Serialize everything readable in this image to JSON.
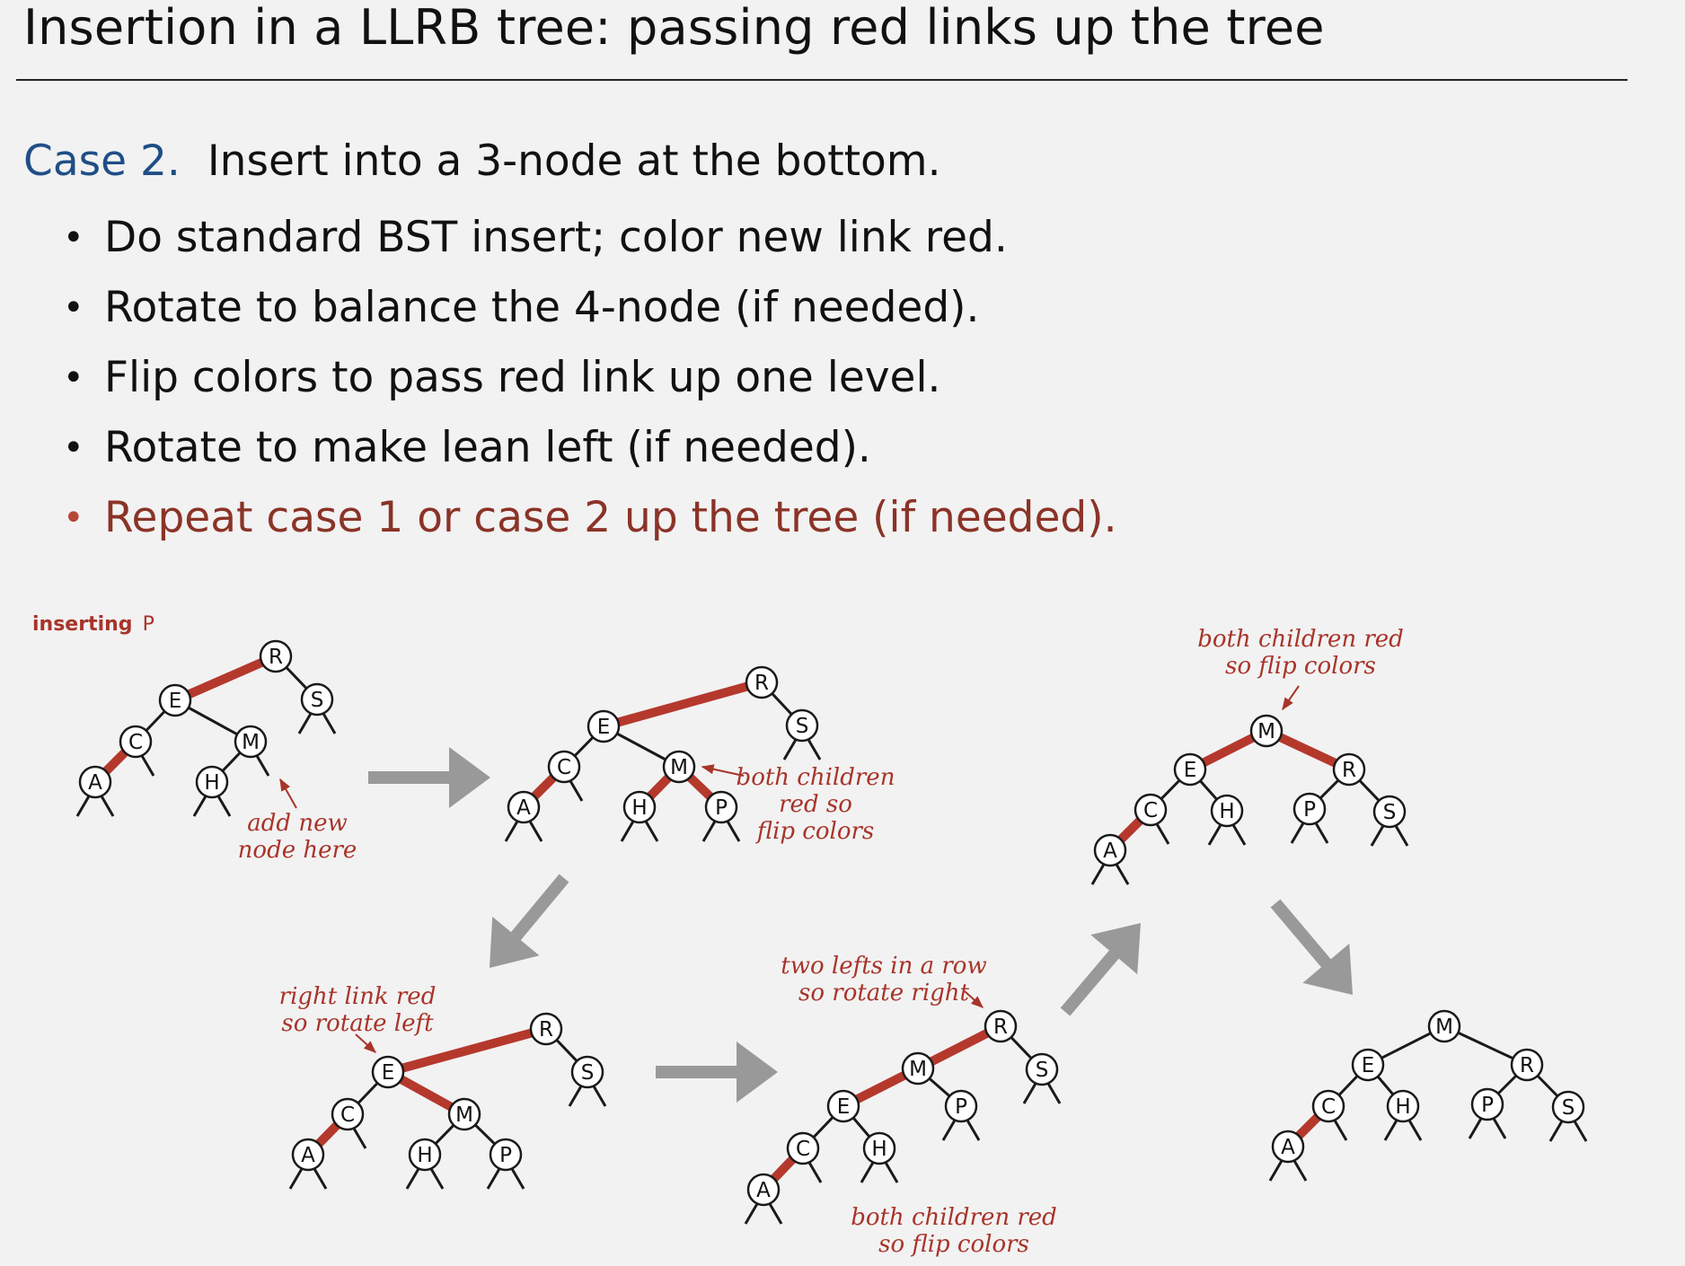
{
  "title": "Insertion in a LLRB tree:  passing red links up the tree",
  "case": {
    "label": "Case 2.",
    "text": "Insert into a 3-node at the bottom."
  },
  "bullets": [
    {
      "text": "Do standard BST insert; color new link red.",
      "highlight": false
    },
    {
      "text": "Rotate to balance the 4-node (if needed).",
      "highlight": false
    },
    {
      "text": "Flip colors to pass red link up one level.",
      "highlight": false
    },
    {
      "text": "Rotate to make lean left (if needed).",
      "highlight": false
    },
    {
      "text": "Repeat case 1 or case 2 up the tree (if needed).",
      "highlight": true
    }
  ],
  "colors": {
    "red_link": "#b5382c",
    "black_link": "#1a1a1a",
    "arrow": "#999999",
    "annotation": "#a8342a",
    "case_label": "#1f4e86"
  },
  "diagram": {
    "inserting_label": "inserting",
    "inserting_key": "P",
    "annotations": {
      "add_new_node": [
        "add new",
        "node here"
      ],
      "both_children_red_1": [
        "both children",
        "red so",
        "flip colors"
      ],
      "right_link_red": [
        "right link red",
        "so rotate left"
      ],
      "two_lefts": [
        "two lefts in a row",
        "so rotate right"
      ],
      "both_children_red_2": [
        "both children red",
        "so flip colors"
      ],
      "both_children_red_3": [
        "both children red",
        "so flip colors"
      ]
    },
    "trees": [
      {
        "id": "step1",
        "nodes": [
          "R",
          "E",
          "S",
          "C",
          "M",
          "A",
          "H"
        ],
        "red_links": [
          [
            "R",
            "E"
          ],
          [
            "C",
            "A"
          ]
        ]
      },
      {
        "id": "step2",
        "nodes": [
          "R",
          "E",
          "S",
          "C",
          "M",
          "A",
          "H",
          "P"
        ],
        "red_links": [
          [
            "R",
            "E"
          ],
          [
            "C",
            "A"
          ],
          [
            "M",
            "H"
          ],
          [
            "M",
            "P"
          ]
        ]
      },
      {
        "id": "step3",
        "nodes": [
          "R",
          "E",
          "S",
          "C",
          "M",
          "A",
          "H",
          "P"
        ],
        "red_links": [
          [
            "R",
            "E"
          ],
          [
            "C",
            "A"
          ],
          [
            "E",
            "M"
          ]
        ]
      },
      {
        "id": "step4",
        "nodes": [
          "R",
          "M",
          "S",
          "E",
          "P",
          "C",
          "H",
          "A"
        ],
        "red_links": [
          [
            "R",
            "M"
          ],
          [
            "M",
            "E"
          ],
          [
            "C",
            "A"
          ]
        ]
      },
      {
        "id": "step5",
        "nodes": [
          "M",
          "E",
          "R",
          "C",
          "H",
          "P",
          "S",
          "A"
        ],
        "red_links": [
          [
            "M",
            "E"
          ],
          [
            "M",
            "R"
          ],
          [
            "C",
            "A"
          ]
        ]
      },
      {
        "id": "step6",
        "nodes": [
          "M",
          "E",
          "R",
          "C",
          "H",
          "P",
          "S",
          "A"
        ],
        "red_links": [
          [
            "C",
            "A"
          ]
        ]
      }
    ]
  }
}
